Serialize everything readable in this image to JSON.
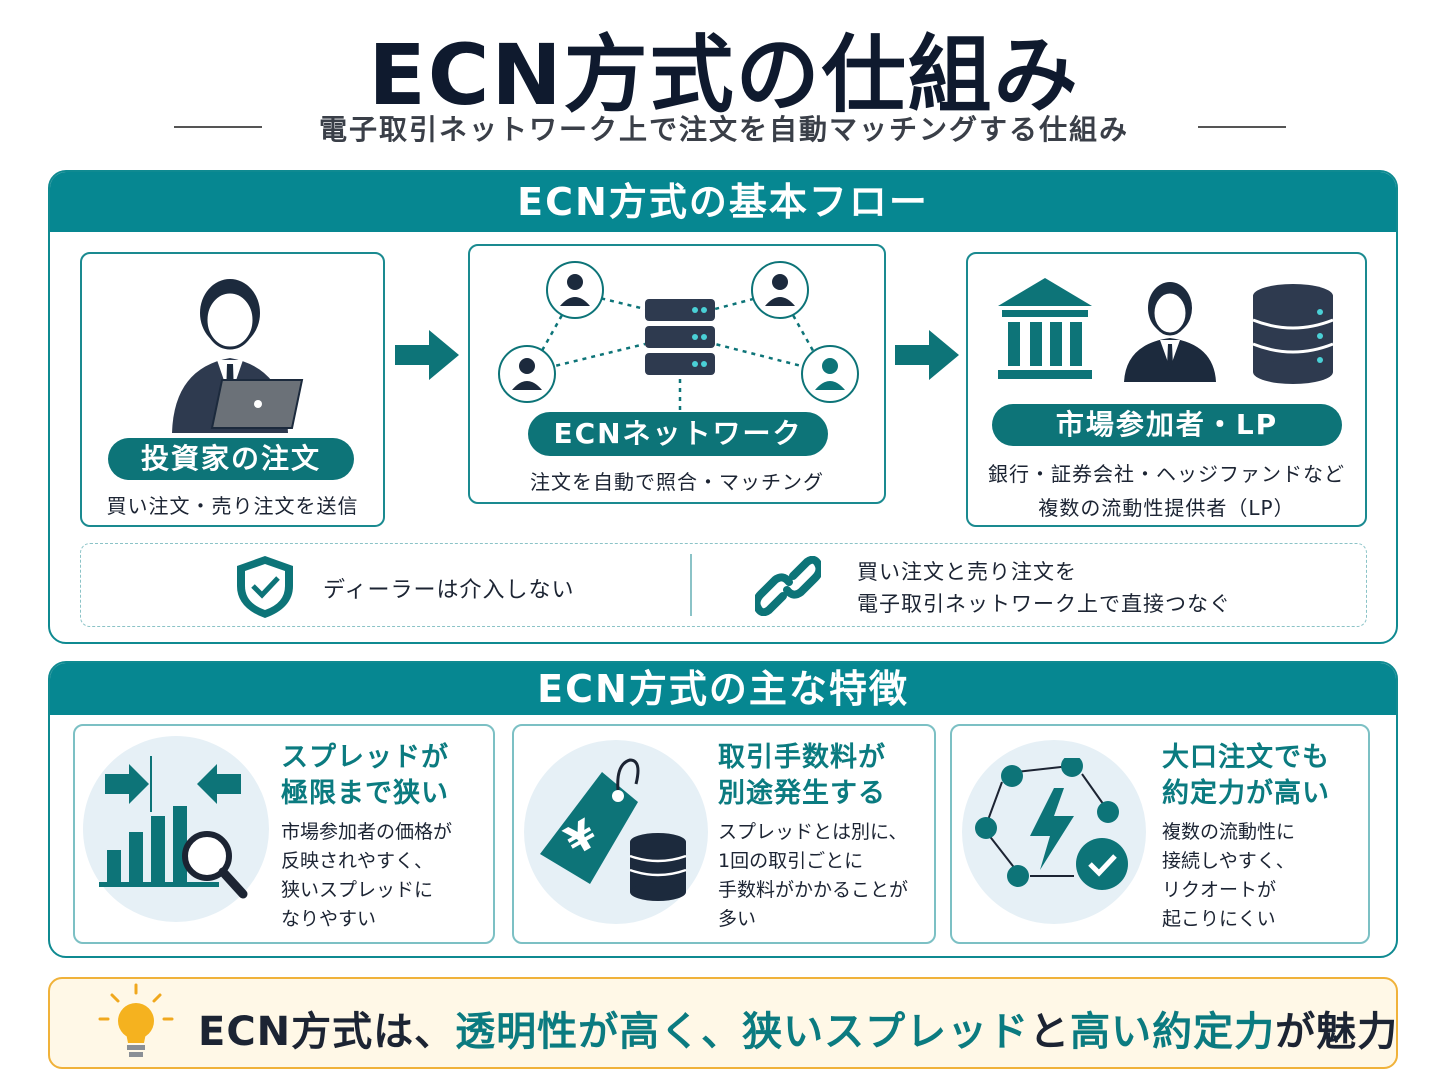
{
  "title": "ECN方式の仕組み",
  "subtitle": "電子取引ネットワーク上で注文を自動マッチングする仕組み",
  "flow": {
    "heading": "ECN方式の基本フロー",
    "investor": {
      "label": "投資家の注文",
      "desc": "買い注文・売り注文を送信"
    },
    "network": {
      "label": "ECNネットワーク",
      "desc": "注文を自動で照合・マッチング"
    },
    "participants": {
      "label": "市場参加者・LP",
      "desc1": "銀行・証券会社・ヘッジファンドなど",
      "desc2": "複数の流動性提供者（LP）"
    },
    "note1": "ディーラーは介入しない",
    "note2_line1": "買い注文と売り注文を",
    "note2_line2": "電子取引ネットワーク上で直接つなぐ"
  },
  "features": {
    "heading": "ECN方式の主な特徴",
    "items": [
      {
        "title1": "スプレッドが",
        "title2": "極限まで狭い",
        "lines": [
          "市場参加者の価格が",
          "反映されやすく、",
          "狭いスプレッドに",
          "なりやすい"
        ]
      },
      {
        "title1": "取引手数料が",
        "title2": "別途発生する",
        "lines": [
          "スプレッドとは別に、",
          "1回の取引ごとに",
          "手数料がかかることが",
          "多い"
        ]
      },
      {
        "title1": "大口注文でも",
        "title2": "約定力が高い",
        "lines": [
          "複数の流動性に",
          "接続しやすく、",
          "リクオートが",
          "起こりにくい"
        ]
      }
    ]
  },
  "summary": {
    "p1": "ECN方式は、",
    "p2": "透明性が高く、狭いスプレッド",
    "p3": "と",
    "p4": "高い約定力",
    "p5": "が魅力"
  },
  "colors": {
    "teal": "#068791",
    "navy": "#1c2a3d",
    "accent": "#f0b23a"
  }
}
